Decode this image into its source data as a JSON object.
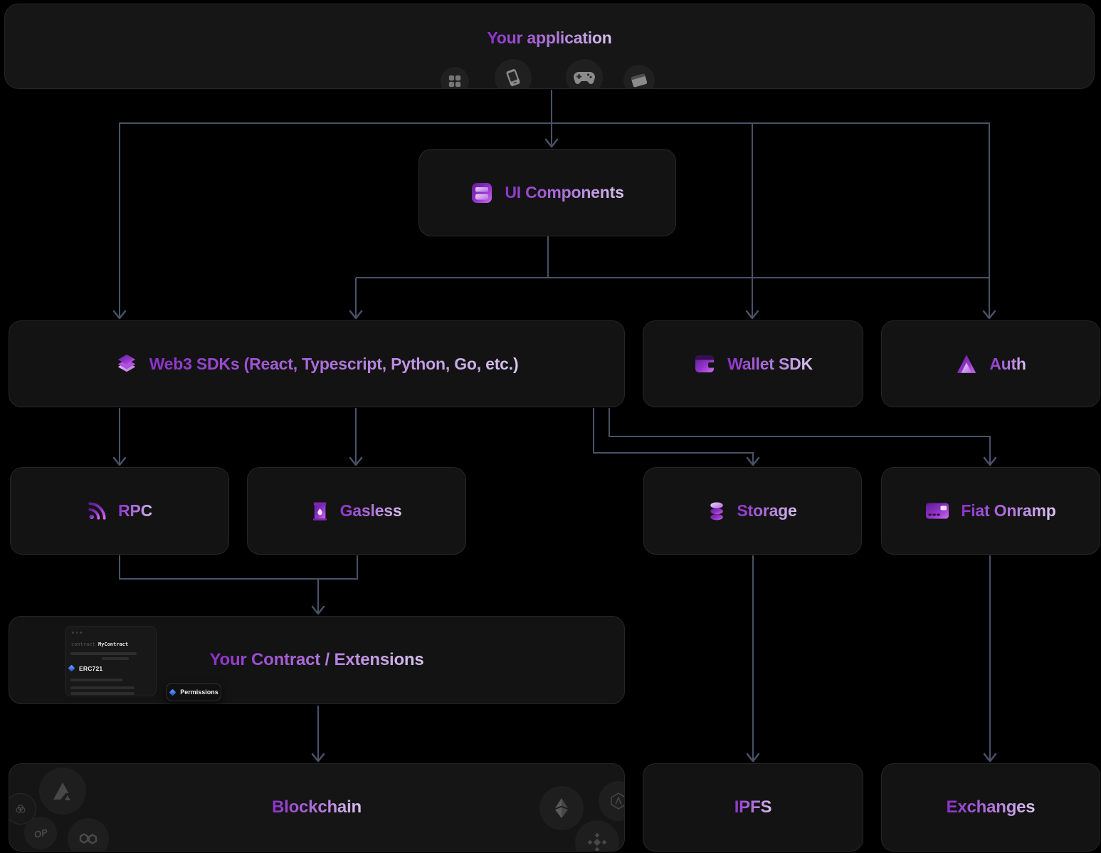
{
  "colors": {
    "background": "#000000",
    "panel": "#131313",
    "panel_border": "#272727",
    "connector": "#485268",
    "text_gradient_start": "#8b2fc9",
    "text_gradient_end": "#d9c7f1",
    "icon_purple_dark": "#5b1e8f",
    "icon_purple_light": "#cf6df0",
    "badge_blue": "#3b82f6"
  },
  "header": {
    "title": "Your application",
    "platform_icons": [
      "apps-grid-icon",
      "mobile-phone-icon",
      "game-controller-icon",
      "browser-window-icon"
    ]
  },
  "nodes": {
    "ui_components": {
      "label": "UI Components",
      "icon": "ui-panel-icon"
    },
    "web3_sdks": {
      "label": "Web3 SDKs (React, Typescript, Python, Go, etc.)",
      "icon": "layers-icon"
    },
    "wallet_sdk": {
      "label": "Wallet SDK",
      "icon": "wallet-icon"
    },
    "auth": {
      "label": "Auth",
      "icon": "triangle-icon"
    },
    "rpc": {
      "label": "RPC",
      "icon": "rss-icon"
    },
    "gasless": {
      "label": "Gasless",
      "icon": "gas-pump-icon"
    },
    "storage": {
      "label": "Storage",
      "icon": "database-icon"
    },
    "fiat_onramp": {
      "label": "Fiat Onramp",
      "icon": "credit-card-icon"
    },
    "contract": {
      "label": "Your Contract / Extensions"
    },
    "blockchain": {
      "label": "Blockchain"
    },
    "ipfs": {
      "label": "IPFS"
    },
    "exchanges": {
      "label": "Exchanges"
    }
  },
  "contract_card": {
    "code_keyword": "contract",
    "contract_name": "MyContract",
    "erc_badge_label": "ERC721",
    "permissions_badge_label": "Permissions"
  },
  "blockchain_logos": {
    "optimism_label": "OP",
    "icons": [
      "avalanche-logo-icon",
      "chain-logo-icon",
      "optimism-logo-icon",
      "polygon-logo-icon",
      "ethereum-logo-icon",
      "arbitrum-logo-icon",
      "binance-logo-icon"
    ]
  }
}
